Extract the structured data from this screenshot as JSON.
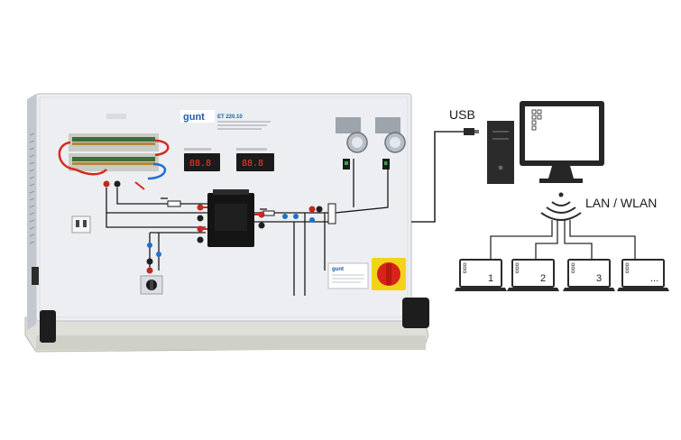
{
  "labels": {
    "usb": "USB",
    "lan_wlan": "LAN / WLAN",
    "brand": "gunt",
    "model": "ET 220.10",
    "display_left": "88.8",
    "display_right": "88.8"
  },
  "clients": [
    {
      "label": "1"
    },
    {
      "label": "2"
    },
    {
      "label": "3"
    },
    {
      "label": "..."
    }
  ],
  "colors": {
    "panel": "#e9ebee",
    "panel_edge": "#c9ccd2",
    "base": "#dcdcd4",
    "line": "#111111",
    "wire_red": "#d42a1f",
    "wire_blue": "#1d6fd0",
    "monitor": "#222222",
    "accent_blue": "#1c5fa8"
  },
  "icons": {
    "computer": "desktop-computer-icon",
    "wireless": "wireless-signal-icon",
    "laptop": "laptop-icon"
  }
}
